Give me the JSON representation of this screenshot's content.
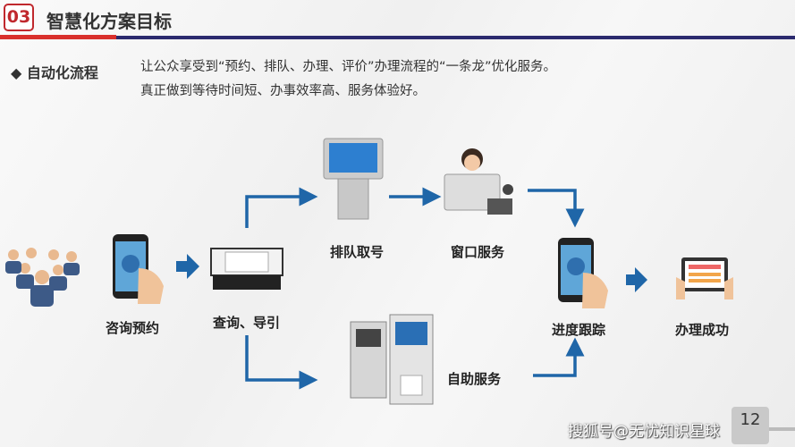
{
  "header": {
    "section_number": "03",
    "title": "智慧化方案目标"
  },
  "bullet": {
    "marker": "◆",
    "label": "自动化流程"
  },
  "description": {
    "line1": "让公众享受到“预约、排队、办理、评价”办理流程的“一条龙”优化服务。",
    "line2": "真正做到等待时间短、办事效率高、服务体验好。"
  },
  "flow": {
    "consult": "咨询预约",
    "guide": "查询、导引",
    "queue": "排队取号",
    "window": "窗口服务",
    "self": "自助服务",
    "track": "进度跟踪",
    "done": "办理成功"
  },
  "page_number": "12",
  "watermark": "搜狐号@无忧知识星球",
  "colors": {
    "accent_red": "#d9302c",
    "navy": "#2b2a6e",
    "arrow_blue": "#1f66a8"
  }
}
